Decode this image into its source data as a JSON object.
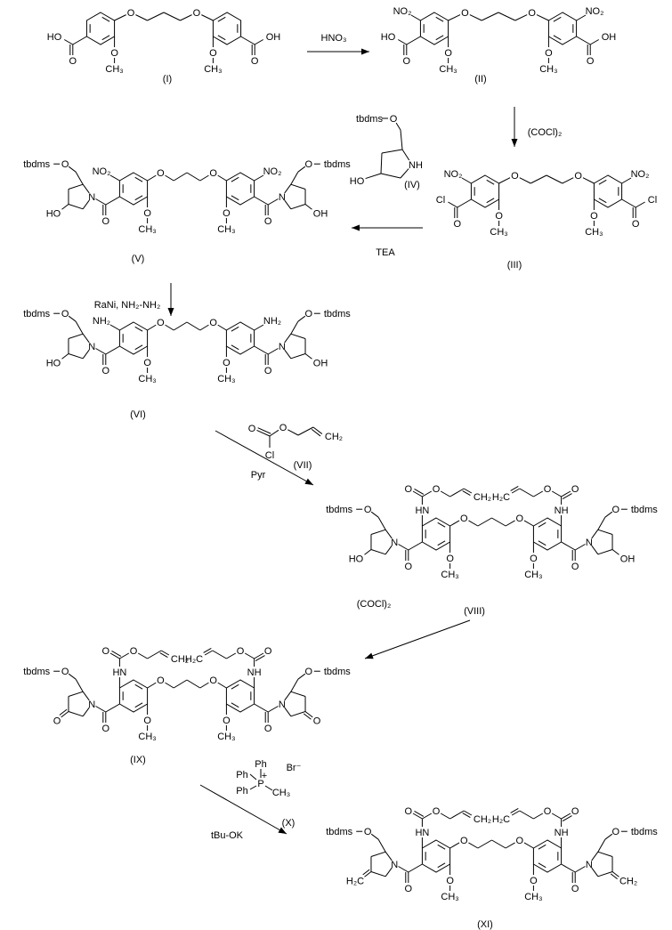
{
  "atoms": {
    "O": "O",
    "HO": "HO",
    "OH": "OH",
    "CH3": "CH₃",
    "NO2": "NO₂",
    "NH2": "NH₂",
    "NH": "NH",
    "HN": "HN",
    "N": "N",
    "Cl": "Cl",
    "tbdms": "tbdms",
    "CH2": "CH₂",
    "H2C": "H₂C",
    "Ph": "Ph",
    "P": "P",
    "plus": "+",
    "Br": "Br⁻"
  },
  "compounds": [
    {
      "id": "I",
      "label": "(I)",
      "acyl": "acid",
      "ortho": "none",
      "ring_sub": "none"
    },
    {
      "id": "II",
      "label": "(II)",
      "acyl": "acid",
      "ortho": "nitro",
      "ring_sub": "none"
    },
    {
      "id": "III",
      "label": "(III)",
      "acyl": "chloride",
      "ortho": "nitro",
      "ring_sub": "none"
    },
    {
      "id": "V",
      "label": "(V)",
      "acyl": "pyrrolidine",
      "ortho": "nitro",
      "ring_sub": "hydroxy"
    },
    {
      "id": "VI",
      "label": "(VI)",
      "acyl": "pyrrolidine",
      "ortho": "amine",
      "ring_sub": "hydroxy"
    },
    {
      "id": "VIII",
      "label": "(VIII)",
      "acyl": "pyrrolidine",
      "ortho": "alloc",
      "ring_sub": "hydroxy"
    },
    {
      "id": "IX",
      "label": "(IX)",
      "acyl": "pyrrolidine",
      "ortho": "alloc",
      "ring_sub": "oxo"
    },
    {
      "id": "XI",
      "label": "(XI)",
      "acyl": "pyrrolidine",
      "ortho": "alloc",
      "ring_sub": "methylene"
    }
  ],
  "reagents": {
    "IV_label": "(IV)",
    "VII_label": "(VII)",
    "X_label": "(X)",
    "step1": "HNO₃",
    "step2": "(COCl)₂",
    "step3": "TEA",
    "step4": "RaNi, NH₂-NH₂",
    "step5": "Pyr",
    "step6": "(COCl)₂",
    "step7": "tBu-OK"
  }
}
